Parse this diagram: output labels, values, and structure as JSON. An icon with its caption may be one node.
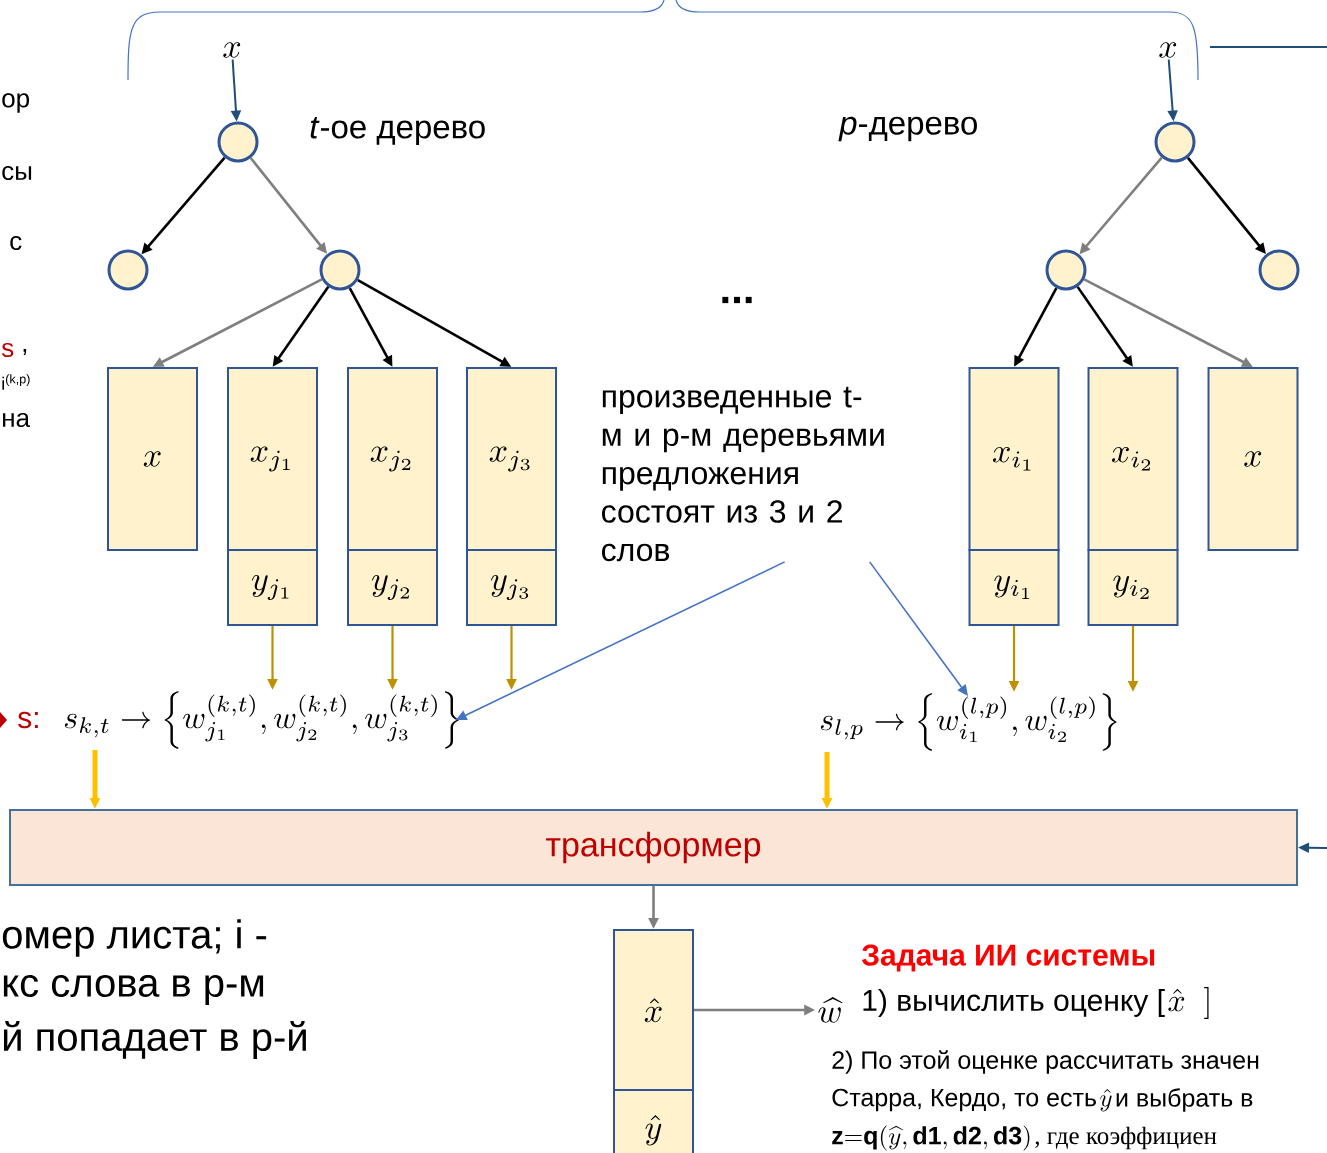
{
  "diagram": {
    "nodes": [
      {
        "text": [
          "x"
        ]
      },
      {
        "text": [],
        "shape": "circle"
      },
      {
        "text": [],
        "shape": "circle"
      },
      {
        "text": [],
        "shape": "circle"
      },
      {
        "text": [
          "x"
        ]
      },
      {
        "text": [
          "x_{j_1}"
        ]
      },
      {
        "text": [
          "y_{j_1}"
        ]
      },
      {
        "text": [
          "x_{j_2}"
        ]
      },
      {
        "text": [
          "y_{j_2}"
        ]
      },
      {
        "text": [
          "x_{j_3}"
        ]
      },
      {
        "text": [
          "y_{j_3}"
        ]
      },
      {
        "text": [
          "x"
        ]
      },
      {
        "text": [],
        "shape": "circle"
      },
      {
        "text": [],
        "shape": "circle"
      },
      {
        "text": [],
        "shape": "circle"
      },
      {
        "text": [
          "x_{i_1}"
        ]
      },
      {
        "text": [
          "y_{i_1}"
        ]
      },
      {
        "text": [
          "x_{i_2}"
        ]
      },
      {
        "text": [
          "y_{i_2}"
        ]
      },
      {
        "text": [
          "x"
        ]
      },
      {
        "text": [
          "произведенные t-м и р-м деревьями предложения состоят из 3 и 2 слов"
        ]
      },
      {
        "text": [
          "s_{k,t} \\rightarrow \\left\\{ w_{j_1}^{(k,t)}, w_{j_2}^{(k,t)}, w_{j_3}^{(k,t)} \\right\\}"
        ]
      },
      {
        "text": [
          "s_{l,p} \\rightarrow \\left\\{ w_{i_1}^{(l,p)}, w_{i_2}^{(l,p)} \\right\\}"
        ]
      },
      {
        "text": [
          "трансформер"
        ]
      },
      {
        "text": [
          "\\hat{x}"
        ]
      },
      {
        "text": [
          "\\hat{y}"
        ]
      },
      {
        "text": [
          "\\widehat{w}"
        ]
      }
    ],
    "edges": [
      {
        "from": 0,
        "to": 1,
        "arrow": "to",
        "color": "#1f4e79"
      },
      {
        "from": 1,
        "to": 2,
        "arrow": "to"
      },
      {
        "from": 1,
        "to": 3,
        "arrow": "to",
        "color": "#7f7f7f"
      },
      {
        "from": 3,
        "to": 4,
        "arrow": "to",
        "color": "#7f7f7f"
      },
      {
        "from": 3,
        "to": 5,
        "arrow": "to"
      },
      {
        "from": 3,
        "to": 7,
        "arrow": "to"
      },
      {
        "from": 3,
        "to": 9,
        "arrow": "to"
      },
      {
        "from": 11,
        "to": 12,
        "arrow": "to",
        "color": "#1f4e79"
      },
      {
        "from": 12,
        "to": 13,
        "arrow": "to",
        "color": "#7f7f7f"
      },
      {
        "from": 12,
        "to": 14,
        "arrow": "to"
      },
      {
        "from": 13,
        "to": 15,
        "arrow": "to"
      },
      {
        "from": 13,
        "to": 17,
        "arrow": "to"
      },
      {
        "from": 13,
        "to": 19,
        "arrow": "to",
        "color": "#7f7f7f"
      },
      {
        "from": 6,
        "to": 21,
        "arrow": "to",
        "color": "#bf9000"
      },
      {
        "from": 8,
        "to": 21,
        "arrow": "to",
        "color": "#bf9000"
      },
      {
        "from": 10,
        "to": 21,
        "arrow": "to",
        "color": "#bf9000"
      },
      {
        "from": 16,
        "to": 22,
        "arrow": "to",
        "color": "#bf9000"
      },
      {
        "from": 18,
        "to": 22,
        "arrow": "to",
        "color": "#bf9000"
      },
      {
        "from": 20,
        "to": 21,
        "arrow": "to",
        "color": "#4472c4"
      },
      {
        "from": 20,
        "to": 22,
        "arrow": "to",
        "color": "#4472c4"
      },
      {
        "from": 21,
        "to": 23,
        "arrow": "to",
        "style": "thick",
        "color": "#ffc000"
      },
      {
        "from": 22,
        "to": 23,
        "arrow": "to",
        "style": "thick",
        "color": "#ffc000"
      },
      {
        "from": 23,
        "to": 24,
        "arrow": "to",
        "color": "#7f7f7f"
      },
      {
        "from": 24,
        "to": 26,
        "arrow": "to",
        "color": "#7f7f7f"
      },
      {
        "from": null,
        "to": 23,
        "arrow": "to",
        "color": "#1f4e79"
      }
    ],
    "labels": [
      "ор",
      "сы",
      "с",
      "s",
      ",",
      "i$^{(k,p)}$",
      "на",
      "*t*-ое  дерево",
      "*p*-дерево",
      "...",
      "s:",
      "омер листа; i -",
      "кс слова в р-м",
      "й попадает в р-й",
      "Задача ИИ системы",
      "1) вычислить оценку [",
      "\\hat{x}\\ \\ ]",
      "2) По этой оценке рассчитать значен",
      "Старра, Кердо,  то есть",
      "\\hat{y}",
      "и выбрать в",
      "\\mathbf{z{=}q(}\\widehat{y}, \\mathbf{d1}, \\mathbf{d2}, \\mathbf{d3})",
      ", где коэффициен"
    ]
  }
}
